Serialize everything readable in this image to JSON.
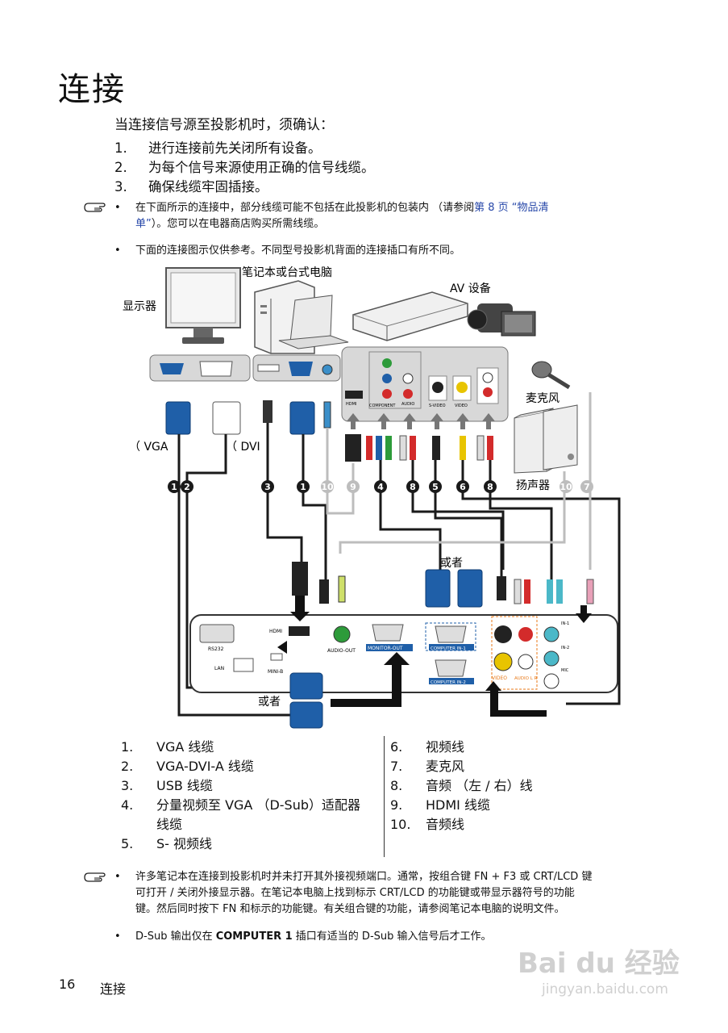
{
  "page": {
    "title": "连接",
    "intro": "当连接信号源至投影机时，须确认：",
    "steps": [
      {
        "num": "1.",
        "text": "进行连接前先关闭所有设备。"
      },
      {
        "num": "2.",
        "text": "为每个信号来源使用正确的信号线缆。"
      },
      {
        "num": "3.",
        "text": "确保线缆牢固插接。"
      }
    ],
    "note1": {
      "line1_pre": "在下面所示的连接中，部分线缆可能不包括在此投影机的包装内 （请参阅",
      "line1_link": "第 8 页 “物品清",
      "line2_link": "单”",
      "line2_post": "）。您可以在电器商店购买所需线缆。"
    },
    "note2": "下面的连接图示仅供参考。不同型号投影机背面的连接插口有所不同。",
    "bullet": "•"
  },
  "diagram": {
    "labels": {
      "monitor": "显示器",
      "computer": "笔记本或台式电脑",
      "av": "AV 设备",
      "mic": "麦克风",
      "speaker": "扬声器",
      "vga": "（ VGA",
      "dvi": "（ DVI",
      "or1": "或者",
      "or2": "或者"
    },
    "cable_markers": [
      "1",
      "2",
      "3",
      "1",
      "10",
      "9",
      "4",
      "8",
      "5",
      "6",
      "8",
      "10",
      "7"
    ],
    "port_labels": {
      "rs232": "RS232",
      "hdmi": "HDMI",
      "lan": "LAN",
      "mini_b": "MINI-B",
      "audio_out": "AUDIO-OUT",
      "monitor_out": "MONITOR-OUT",
      "computer_in1": "COMPUTER IN-1",
      "computer_in2": "COMPUTER IN-2",
      "video": "VIDEO",
      "audio_lr": "AUDIO L R",
      "in1": "IN-1",
      "in2": "IN-2",
      "mic": "MIC",
      "av_hdmi": "HDMI",
      "av_component": "COMPONENT",
      "av_audio": "AUDIO",
      "av_svideo": "S-VIDEO",
      "av_video": "VIDEO"
    }
  },
  "legend": {
    "left": [
      {
        "num": "1.",
        "text": "VGA 线缆"
      },
      {
        "num": "2.",
        "text": "VGA-DVI-A 线缆"
      },
      {
        "num": "3.",
        "text": "USB 线缆"
      },
      {
        "num": "4.",
        "text": "分量视频至 VGA （D-Sub）适配器"
      },
      {
        "num": "",
        "text": "线缆"
      },
      {
        "num": "5.",
        "text": "S- 视频线"
      }
    ],
    "right": [
      {
        "num": "6.",
        "text": "视频线"
      },
      {
        "num": "7.",
        "text": "麦克风"
      },
      {
        "num": "8.",
        "text": "音频 （左 / 右）线"
      },
      {
        "num": "9.",
        "text": "HDMI 线缆"
      },
      {
        "num": "10.",
        "text": "音频线"
      }
    ]
  },
  "note3": {
    "line1": "许多笔记本在连接到投影机时并未打开其外接视频端口。通常，按组合键 FN + F3 或 CRT/LCD 键",
    "line2": "可打开 / 关闭外接显示器。在笔记本电脑上找到标示 CRT/LCD 的功能键或带显示器符号的功能",
    "line3": "键。然后同时按下 FN 和标示的功能键。有关组合键的功能，请参阅笔记本电脑的说明文件。"
  },
  "note4": {
    "pre": "D-Sub 输出仅在 ",
    "bold": "COMPUTER 1",
    "post": " 插口有适当的 D-Sub 输入信号后才工作。"
  },
  "footer": {
    "page_number": "16",
    "section": "连接"
  },
  "watermark": {
    "brand": "Bai du 经验",
    "url": "jingyan.baidu.com"
  },
  "colors": {
    "link": "#2546a8",
    "vga_blue": "#1f5fa8",
    "cable_gray": "#bdbdbd",
    "cable_black": "#1a1a1a"
  }
}
